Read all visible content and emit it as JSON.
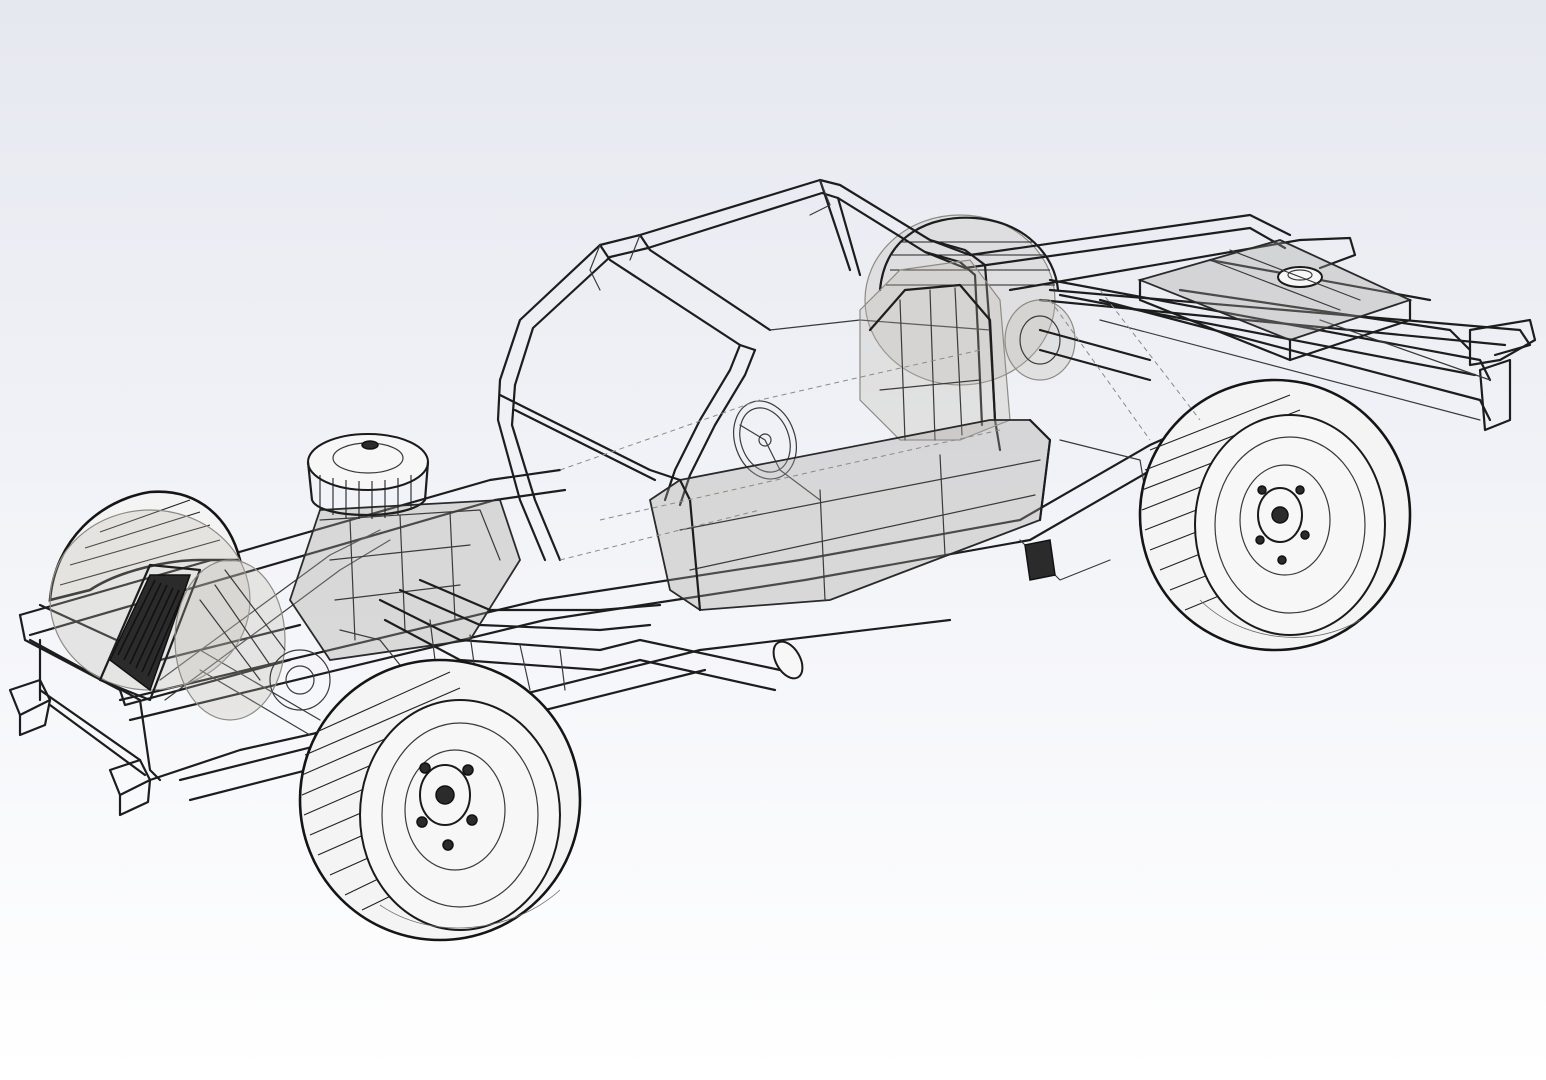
{
  "viewport": {
    "background_top": "#e9eaf1",
    "background_bottom": "#ffffff",
    "line_color": "#1d1d1d",
    "ghost_color": "#b9b6ae"
  },
  "model": {
    "components": [
      "roll-cage",
      "chassis-frame",
      "engine",
      "air-cleaner",
      "radiator",
      "driver-seat",
      "steering-wheel",
      "fuel-cell",
      "front-left-wheel",
      "front-right-wheel",
      "rear-left-wheel",
      "rear-right-wheel",
      "exhaust-headers",
      "rear-bumper",
      "front-bumper"
    ]
  }
}
